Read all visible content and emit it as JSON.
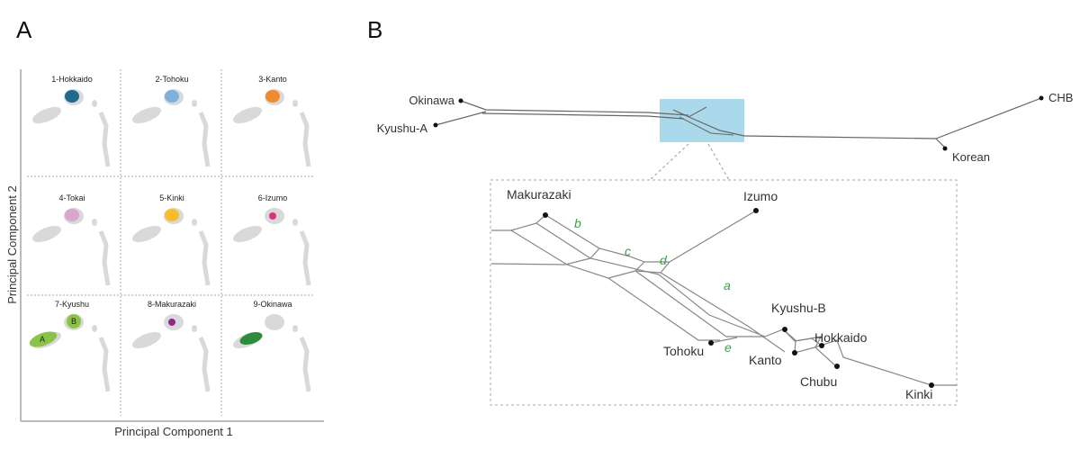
{
  "panels": {
    "a_label": "A",
    "b_label": "B"
  },
  "pca": {
    "xlabel": "Principal Component 1",
    "ylabel": "Principal Component 2",
    "background_color": "#d9d9d9",
    "subplots": [
      {
        "title": "1-Hokkaido",
        "color": "#1f6b8e",
        "cluster": "top"
      },
      {
        "title": "2-Tohoku",
        "color": "#7fb0dc",
        "cluster": "top"
      },
      {
        "title": "3-Kanto",
        "color": "#ef8a2e",
        "cluster": "top"
      },
      {
        "title": "4-Tokai",
        "color": "#d9a6d2",
        "cluster": "top"
      },
      {
        "title": "5-Kinki",
        "color": "#f7bd2b",
        "cluster": "top"
      },
      {
        "title": "6-Izumo",
        "color": "#d63384",
        "cluster": "top-small"
      },
      {
        "title": "7-Kyushu",
        "color": "#8bc34a",
        "cluster": "both",
        "sublabels": [
          "A",
          "B"
        ]
      },
      {
        "title": "8-Makurazaki",
        "color": "#8e2a8a",
        "cluster": "top-small"
      },
      {
        "title": "9-Okinawa",
        "color": "#2e8b3a",
        "cluster": "left"
      }
    ]
  },
  "network": {
    "overview_labels": {
      "okinawa": "Okinawa",
      "kyushu_a": "Kyushu-A",
      "chb": "CHB",
      "korean": "Korean"
    },
    "highlight_color": "#a9d9ea",
    "inset_labels": {
      "makurazaki": "Makurazaki",
      "izumo": "Izumo",
      "kyushu_b": "Kyushu-B",
      "hokkaido": "Hokkaido",
      "tohoku": "Tohoku",
      "kanto": "Kanto",
      "chubu": "Chubu",
      "kinki": "Kinki"
    },
    "split_labels": {
      "a": "a",
      "b": "b",
      "c": "c",
      "d": "d",
      "e": "e"
    },
    "split_color": "#3aa04a"
  }
}
